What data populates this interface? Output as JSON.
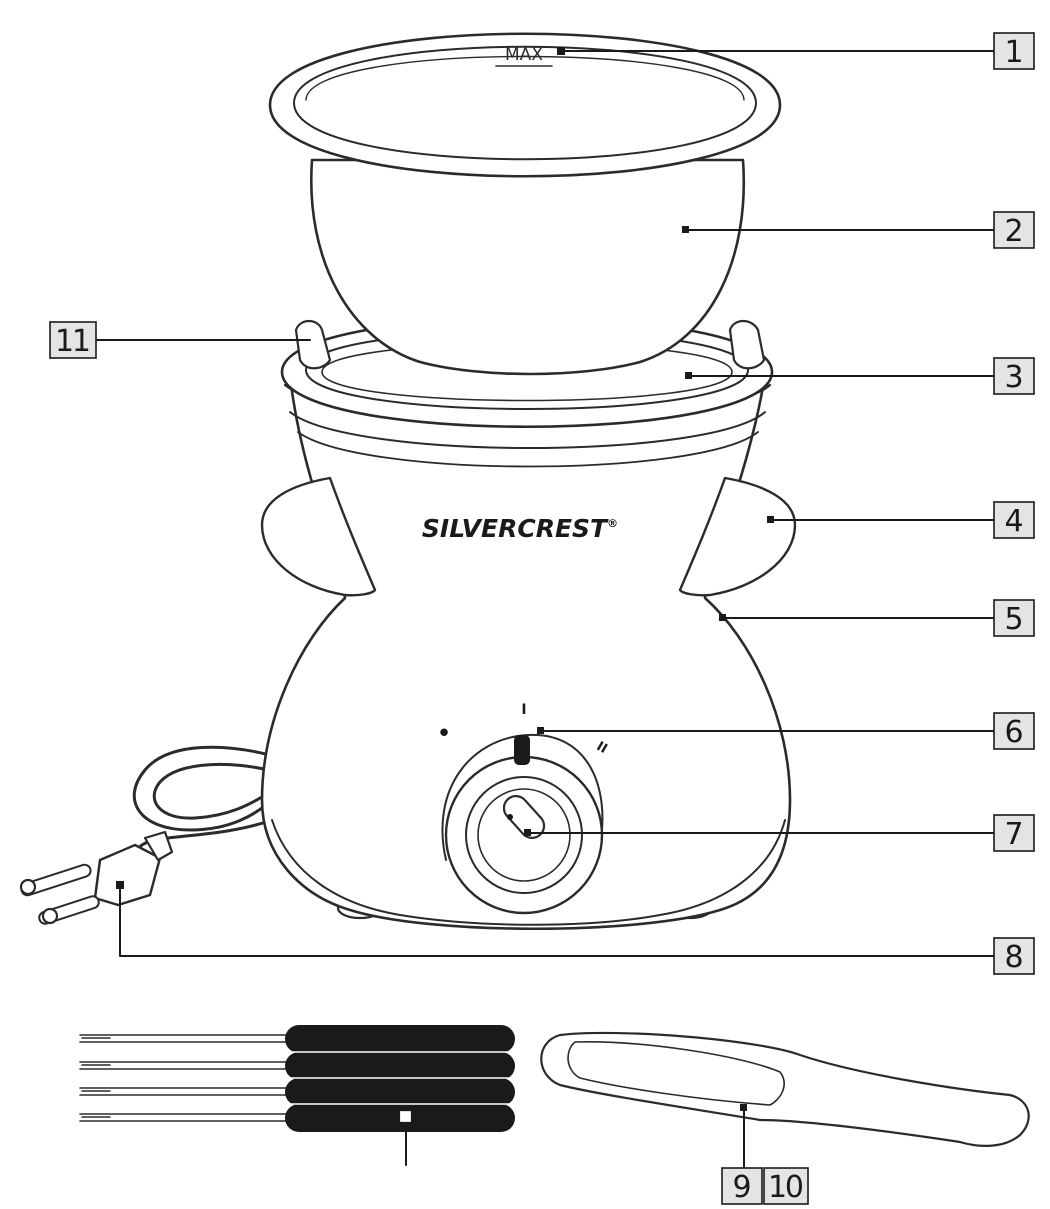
{
  "diagram": {
    "brand_text": "SILVERCREST",
    "brand_reg_mark": "®",
    "max_marking": "MAX",
    "dial_marks": [
      "•",
      "I",
      "II"
    ],
    "callouts": [
      {
        "id": "1",
        "label": "1"
      },
      {
        "id": "2",
        "label": "2"
      },
      {
        "id": "3",
        "label": "3"
      },
      {
        "id": "4",
        "label": "4"
      },
      {
        "id": "5",
        "label": "5"
      },
      {
        "id": "6",
        "label": "6"
      },
      {
        "id": "7",
        "label": "7"
      },
      {
        "id": "8",
        "label": "8"
      },
      {
        "id": "9",
        "label": "9"
      },
      {
        "id": "10",
        "label": "10"
      },
      {
        "id": "11",
        "label": "11"
      }
    ]
  }
}
